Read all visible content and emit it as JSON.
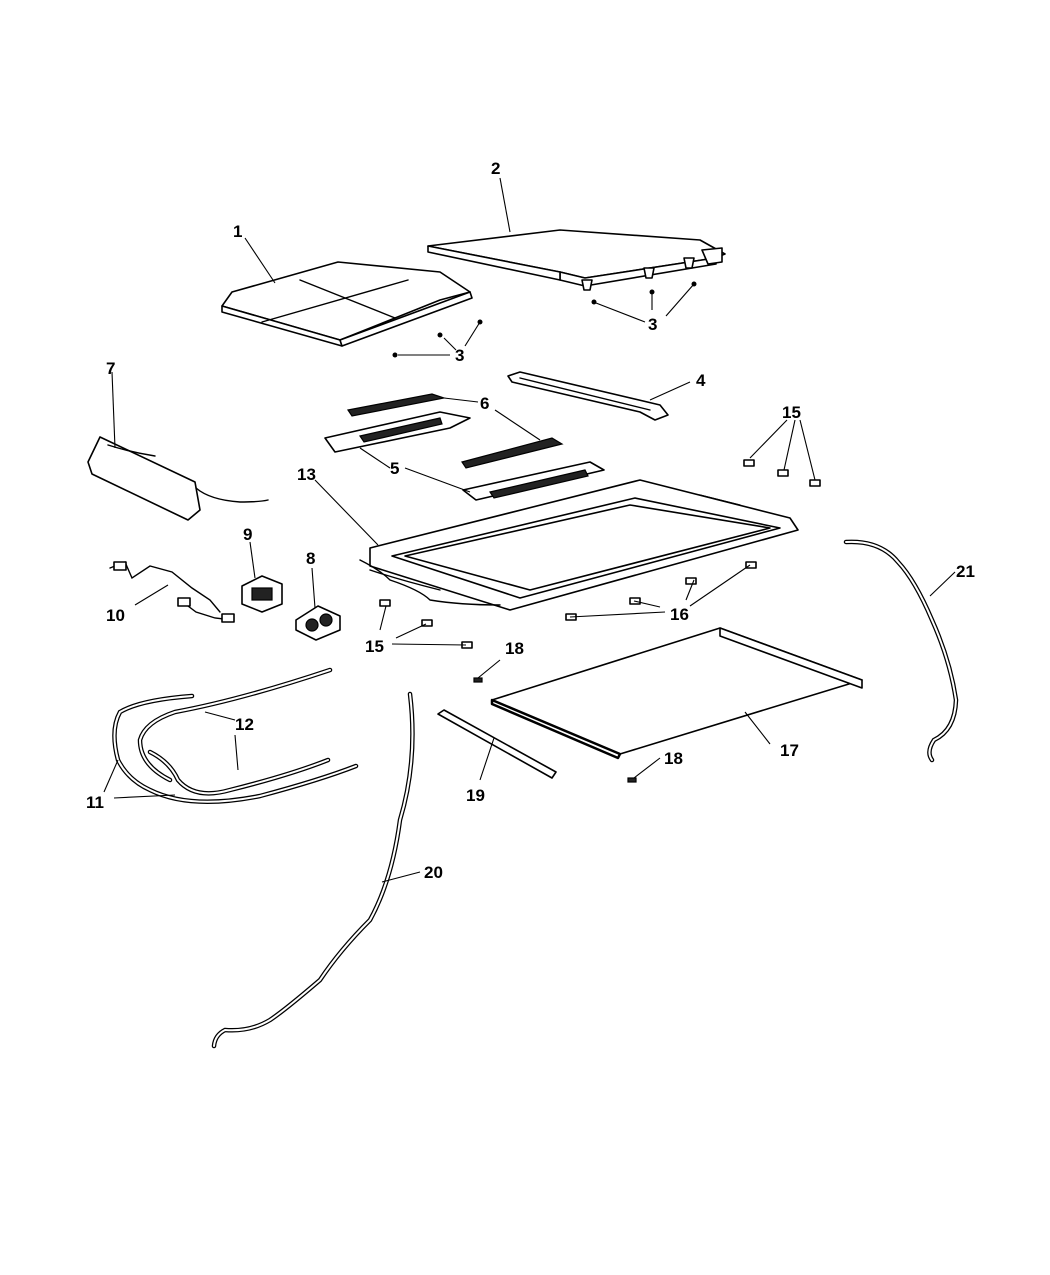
{
  "callouts": {
    "c1": "1",
    "c2": "2",
    "c3a": "3",
    "c3b": "3",
    "c4": "4",
    "c5": "5",
    "c6": "6",
    "c7": "7",
    "c8": "8",
    "c9": "9",
    "c10": "10",
    "c11": "11",
    "c12": "12",
    "c13": "13",
    "c15a": "15",
    "c15b": "15",
    "c16": "16",
    "c17": "17",
    "c18a": "18",
    "c18b": "18",
    "c19": "19",
    "c20": "20",
    "c21": "21"
  }
}
